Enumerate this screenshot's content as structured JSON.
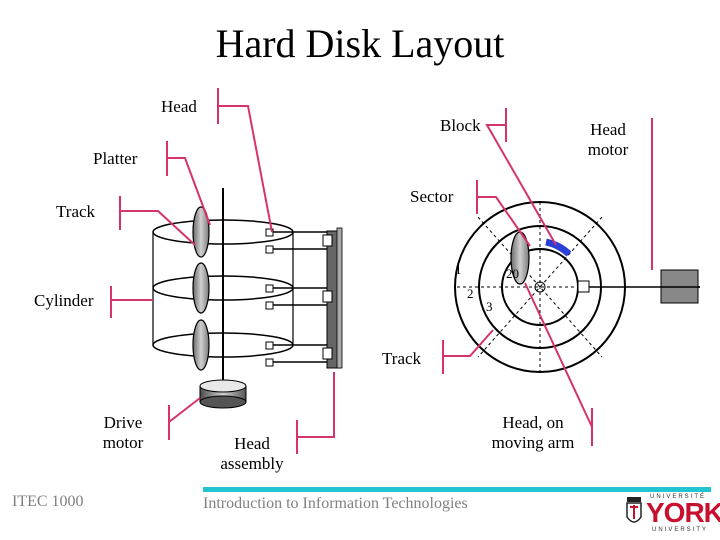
{
  "title": "Hard Disk Layout",
  "labels": {
    "head": "Head",
    "block": "Block",
    "head_motor": "Head motor",
    "platter": "Platter",
    "sector": "Sector",
    "track_left": "Track",
    "cylinder": "Cylinder",
    "track_right": "Track",
    "drive_motor": "Drive motor",
    "head_assembly": "Head assembly",
    "head_on_moving_arm": "Head, on moving arm"
  },
  "sector_numbers": {
    "n1": "1",
    "n2": "2",
    "n3": "3",
    "n20": "20"
  },
  "footer": {
    "course": "ITEC 1000",
    "course_title": "Introduction to Information Technologies"
  },
  "logo": {
    "top_text": "UNIVERSITÉ",
    "name": "YORK",
    "bottom_text": "UNIVERSITY"
  },
  "colors": {
    "leader_line": "#d6336c",
    "block_highlight": "#2a3fd6",
    "footer_bar": "#21c4cf",
    "logo_red": "#c8102e",
    "footer_text": "#808080"
  }
}
